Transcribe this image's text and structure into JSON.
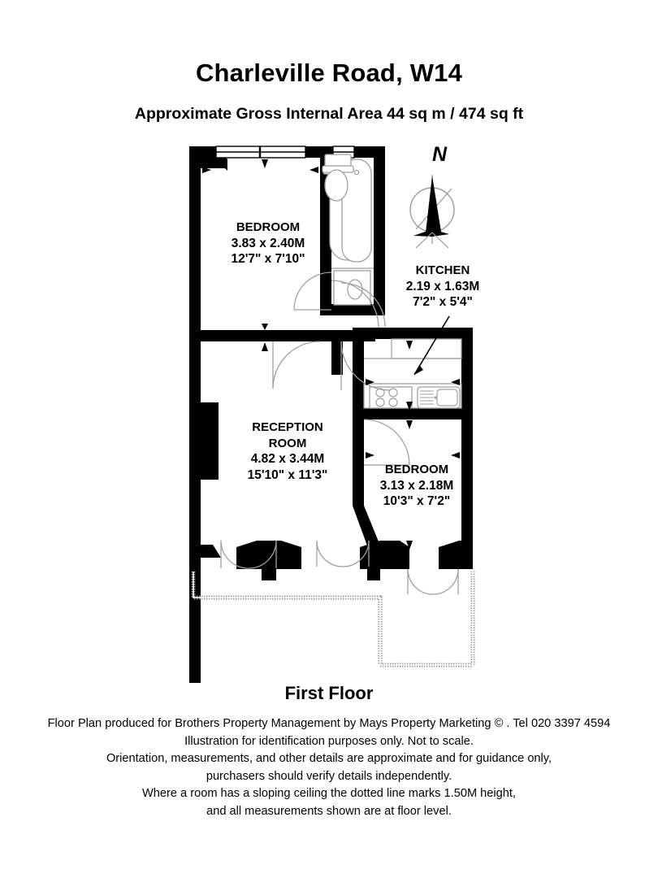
{
  "header": {
    "title": "Charleville Road, W14",
    "subtitle": "Approximate Gross Internal Area 44 sq m  /  474 sq ft"
  },
  "floor": {
    "name": "First Floor"
  },
  "compass": {
    "north_label": "N"
  },
  "rooms": [
    {
      "id": "bedroom-1",
      "name": "BEDROOM",
      "metric": "3.83 x 2.40M",
      "imperial": "12'7\" x 7'10\""
    },
    {
      "id": "kitchen",
      "name": "KITCHEN",
      "metric": "2.19 x 1.63M",
      "imperial": "7'2\" x 5'4\""
    },
    {
      "id": "reception-room",
      "name_line1": "RECEPTION",
      "name_line2": "ROOM",
      "metric": "4.82 x 3.44M",
      "imperial": "15'10\" x 11'3\""
    },
    {
      "id": "bedroom-2",
      "name": "BEDROOM",
      "metric": "3.13 x 2.18M",
      "imperial": "10'3\" x 7'2\""
    }
  ],
  "disclaimer": {
    "line1": "Floor Plan produced for Brothers Property Management by Mays Property Marketing © . Tel 020 3397 4594",
    "line2": "Illustration for identification purposes only. Not to scale.",
    "line3": "Orientation, measurements, and other details are approximate and for guidance only,",
    "line4": "purchasers should verify details independently.",
    "line5": "Where a room has a sloping ceiling the dotted line marks 1.50M height,",
    "line6": "and all measurements shown are at floor level."
  },
  "colors": {
    "wall": "#000000",
    "background": "#ffffff",
    "fixture_stroke": "#8c8c8c",
    "balcony_stroke": "#9a9a9a"
  }
}
